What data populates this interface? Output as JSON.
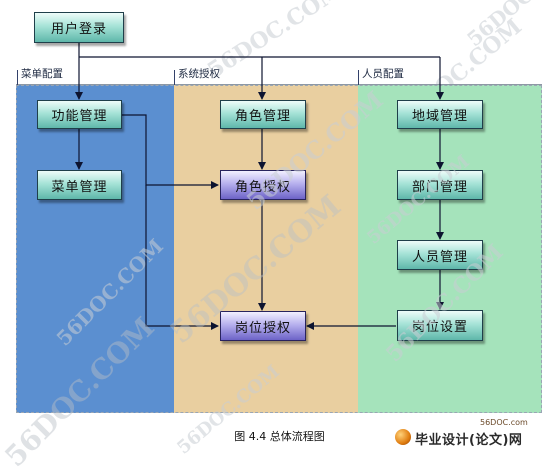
{
  "lanes": {
    "left": "菜单配置",
    "middle": "系统授权",
    "right": "人员配置"
  },
  "boxes": {
    "user_login": "用户登录",
    "function_mgmt": "功能管理",
    "menu_mgmt": "菜单管理",
    "role_mgmt": "角色管理",
    "role_auth": "角色授权",
    "post_auth": "岗位授权",
    "region_mgmt": "地域管理",
    "dept_mgmt": "部门管理",
    "staff_mgmt": "人员管理",
    "post_setup": "岗位设置"
  },
  "caption": "图 4.4  总体流程图",
  "watermark": "56DOC.COM",
  "site": {
    "url": "56DOC.com",
    "name": "毕业设计(论文)网"
  },
  "colors": {
    "lane_left": "#5b8fd0",
    "lane_middle": "#e9cfa0",
    "lane_right": "#a5e3bb",
    "box_teal": "#a6e3d7",
    "box_purple": "#b7b1ee"
  }
}
